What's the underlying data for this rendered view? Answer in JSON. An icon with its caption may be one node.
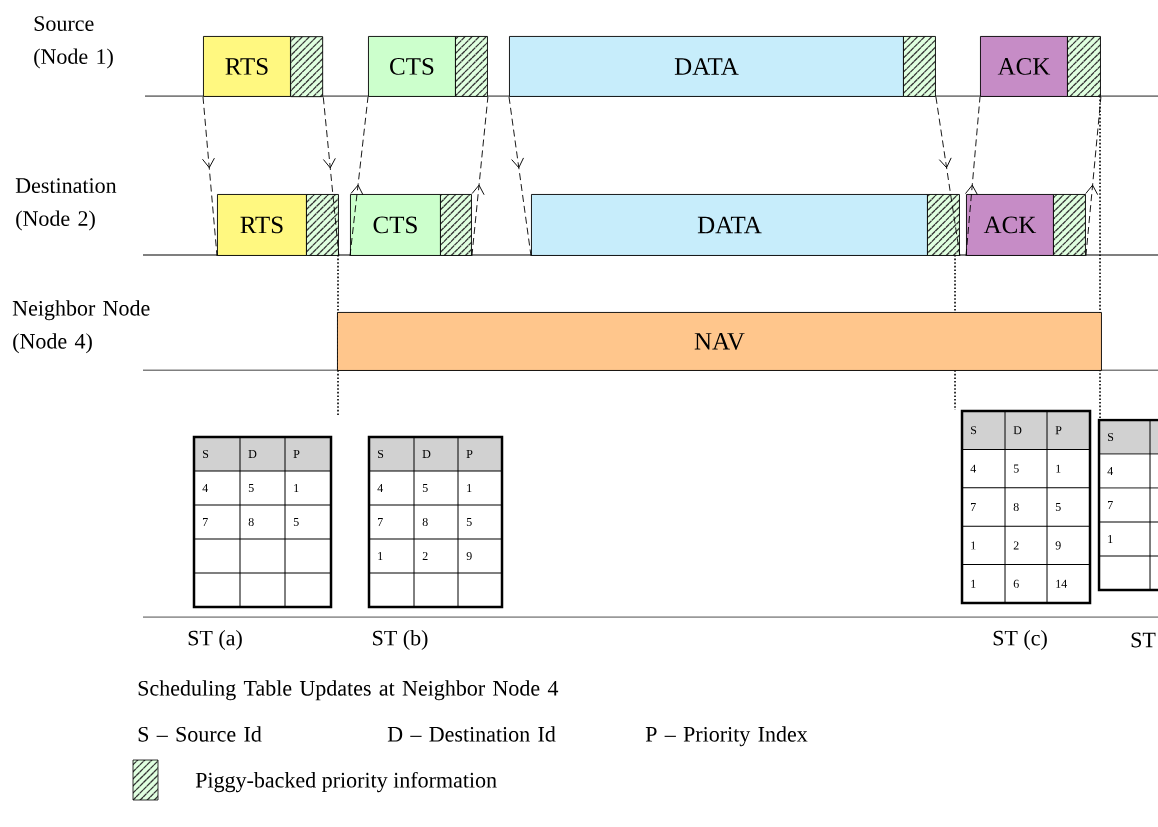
{
  "diagram": {
    "nodes": [
      {
        "text": [
          "RTS"
        ]
      },
      {
        "text": [],
        "shape": "box"
      },
      {
        "text": [
          "CTS"
        ]
      },
      {
        "text": [],
        "shape": "box"
      },
      {
        "text": [
          "DATA"
        ]
      },
      {
        "text": [],
        "shape": "box"
      },
      {
        "text": [
          "ACK"
        ]
      },
      {
        "text": [],
        "shape": "box"
      },
      {
        "text": [
          "RTS"
        ]
      },
      {
        "text": [],
        "shape": "box"
      },
      {
        "text": [
          "CTS"
        ]
      },
      {
        "text": [],
        "shape": "box"
      },
      {
        "text": [
          "DATA"
        ]
      },
      {
        "text": [],
        "shape": "box"
      },
      {
        "text": [
          "ACK"
        ]
      },
      {
        "text": [],
        "shape": "box"
      },
      {
        "text": [
          "NAV"
        ]
      },
      {
        "text": [
          "S",
          "D",
          "P",
          "4",
          "5",
          "1",
          "7",
          "8",
          "5"
        ],
        "beside": [
          "ST (a)"
        ]
      },
      {
        "text": [
          "S",
          "D",
          "P",
          "4",
          "5",
          "1",
          "7",
          "8",
          "5",
          "1",
          "2",
          "9"
        ],
        "beside": [
          "ST (b)"
        ]
      },
      {
        "text": [
          "S",
          "D",
          "P",
          "4",
          "5",
          "1",
          "7",
          "8",
          "5",
          "1",
          "2",
          "9",
          "1",
          "6",
          "14"
        ],
        "beside": [
          "ST (c)"
        ]
      },
      {
        "text": [
          "S",
          "4",
          "7",
          "1"
        ],
        "beside": [
          "ST"
        ]
      }
    ],
    "edges": [
      {
        "from": 0,
        "to": 8,
        "arrow": "to",
        "style": "dashed"
      },
      {
        "from": 1,
        "to": 9,
        "arrow": "to",
        "style": "dashed"
      },
      {
        "from": 10,
        "to": 2,
        "arrow": "to",
        "style": "dashed"
      },
      {
        "from": 11,
        "to": 3,
        "arrow": "to",
        "style": "dashed"
      },
      {
        "from": 4,
        "to": 12,
        "arrow": "to",
        "style": "dashed"
      },
      {
        "from": 5,
        "to": 13,
        "arrow": "to",
        "style": "dashed"
      },
      {
        "from": 14,
        "to": 6,
        "arrow": "to",
        "style": "dashed"
      },
      {
        "from": 15,
        "to": 7,
        "arrow": "to",
        "style": "dashed"
      }
    ],
    "labels": [
      "Source (Node 1)",
      "Destination (Node 2)",
      "Neighbor Node (Node 4)",
      "Scheduling Table Updates at Neighbor Node 4",
      "S – Source Id",
      "D – Destination Id",
      "P – Priority Index"
    ],
    "legend": [
      {
        "text": "Piggy-backed priority information"
      }
    ]
  }
}
